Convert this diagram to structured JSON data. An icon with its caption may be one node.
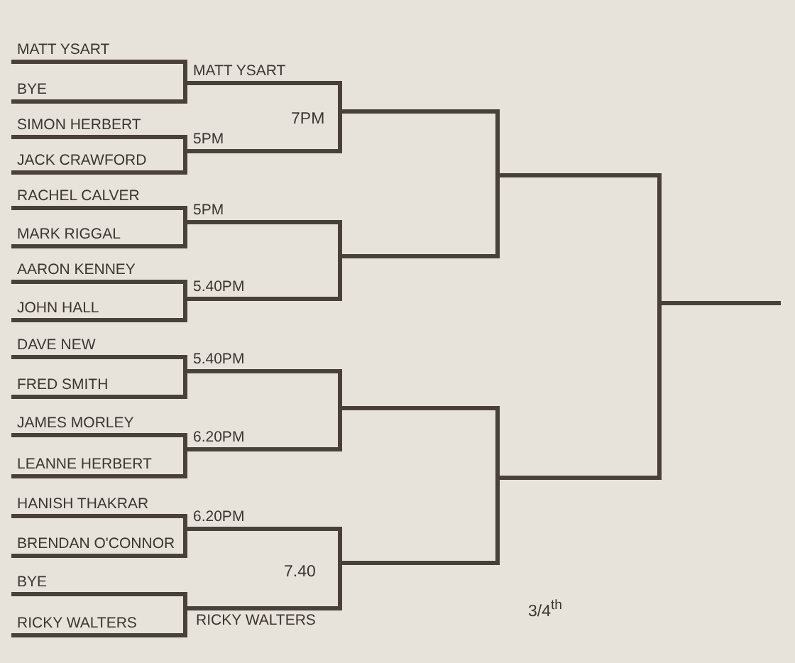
{
  "diagram": {
    "nodes": [
      {
        "text": [
          "MATT YSART"
        ]
      },
      {
        "text": [
          "BYE"
        ]
      },
      {
        "text": [
          "SIMON HERBERT"
        ]
      },
      {
        "text": [
          "JACK CRAWFORD"
        ]
      },
      {
        "text": [
          "RACHEL CALVER"
        ]
      },
      {
        "text": [
          "MARK RIGGAL"
        ]
      },
      {
        "text": [
          "AARON KENNEY"
        ]
      },
      {
        "text": [
          "JOHN HALL"
        ]
      },
      {
        "text": [
          "DAVE NEW"
        ]
      },
      {
        "text": [
          "FRED SMITH"
        ]
      },
      {
        "text": [
          "JAMES MORLEY"
        ]
      },
      {
        "text": [
          "LEANNE HERBERT"
        ]
      },
      {
        "text": [
          "HANISH THAKRAR"
        ]
      },
      {
        "text": [
          "BRENDAN O'CONNOR"
        ]
      },
      {
        "text": [
          "BYE"
        ]
      },
      {
        "text": [
          "RICKY WALTERS"
        ]
      },
      {
        "text": [
          "MATT YSART"
        ]
      },
      {
        "text": [
          "5PM"
        ]
      },
      {
        "text": [
          "5PM"
        ]
      },
      {
        "text": [
          "5.40PM"
        ]
      },
      {
        "text": [
          "5.40PM"
        ]
      },
      {
        "text": [
          "6.20PM"
        ]
      },
      {
        "text": [
          "6.20PM"
        ]
      },
      {
        "text": [
          "RICKY WALTERS"
        ]
      },
      {
        "text": [],
        "shape": "line"
      },
      {
        "text": [],
        "shape": "line"
      },
      {
        "text": [],
        "shape": "line"
      },
      {
        "text": [],
        "shape": "line"
      },
      {
        "text": [],
        "shape": "line"
      },
      {
        "text": [],
        "shape": "line"
      },
      {
        "text": [],
        "shape": "line"
      }
    ],
    "edges": [
      {
        "from": 0,
        "to": 16,
        "arrow": "none"
      },
      {
        "from": 1,
        "to": 16,
        "arrow": "none"
      },
      {
        "from": 2,
        "to": 17,
        "arrow": "none"
      },
      {
        "from": 3,
        "to": 17,
        "arrow": "none"
      },
      {
        "from": 4,
        "to": 18,
        "arrow": "none"
      },
      {
        "from": 5,
        "to": 18,
        "arrow": "none"
      },
      {
        "from": 6,
        "to": 19,
        "arrow": "none"
      },
      {
        "from": 7,
        "to": 19,
        "arrow": "none"
      },
      {
        "from": 8,
        "to": 20,
        "arrow": "none"
      },
      {
        "from": 9,
        "to": 20,
        "arrow": "none"
      },
      {
        "from": 10,
        "to": 21,
        "arrow": "none"
      },
      {
        "from": 11,
        "to": 21,
        "arrow": "none"
      },
      {
        "from": 12,
        "to": 22,
        "arrow": "none"
      },
      {
        "from": 13,
        "to": 22,
        "arrow": "none"
      },
      {
        "from": 14,
        "to": 23,
        "arrow": "none"
      },
      {
        "from": 15,
        "to": 23,
        "arrow": "none"
      },
      {
        "from": 16,
        "to": 24,
        "arrow": "none"
      },
      {
        "from": 17,
        "to": 24,
        "arrow": "none"
      },
      {
        "from": 18,
        "to": 25,
        "arrow": "none"
      },
      {
        "from": 19,
        "to": 25,
        "arrow": "none"
      },
      {
        "from": 20,
        "to": 26,
        "arrow": "none"
      },
      {
        "from": 21,
        "to": 26,
        "arrow": "none"
      },
      {
        "from": 22,
        "to": 27,
        "arrow": "none"
      },
      {
        "from": 23,
        "to": 27,
        "arrow": "none"
      },
      {
        "from": 24,
        "to": 28,
        "arrow": "none"
      },
      {
        "from": 25,
        "to": 28,
        "arrow": "none"
      },
      {
        "from": 26,
        "to": 29,
        "arrow": "none"
      },
      {
        "from": 27,
        "to": 29,
        "arrow": "none"
      },
      {
        "from": 28,
        "to": 30,
        "arrow": "none"
      },
      {
        "from": 29,
        "to": 30,
        "arrow": "none"
      }
    ],
    "labels": [
      "7PM",
      "7.40",
      "3/4$^{th}$"
    ]
  }
}
